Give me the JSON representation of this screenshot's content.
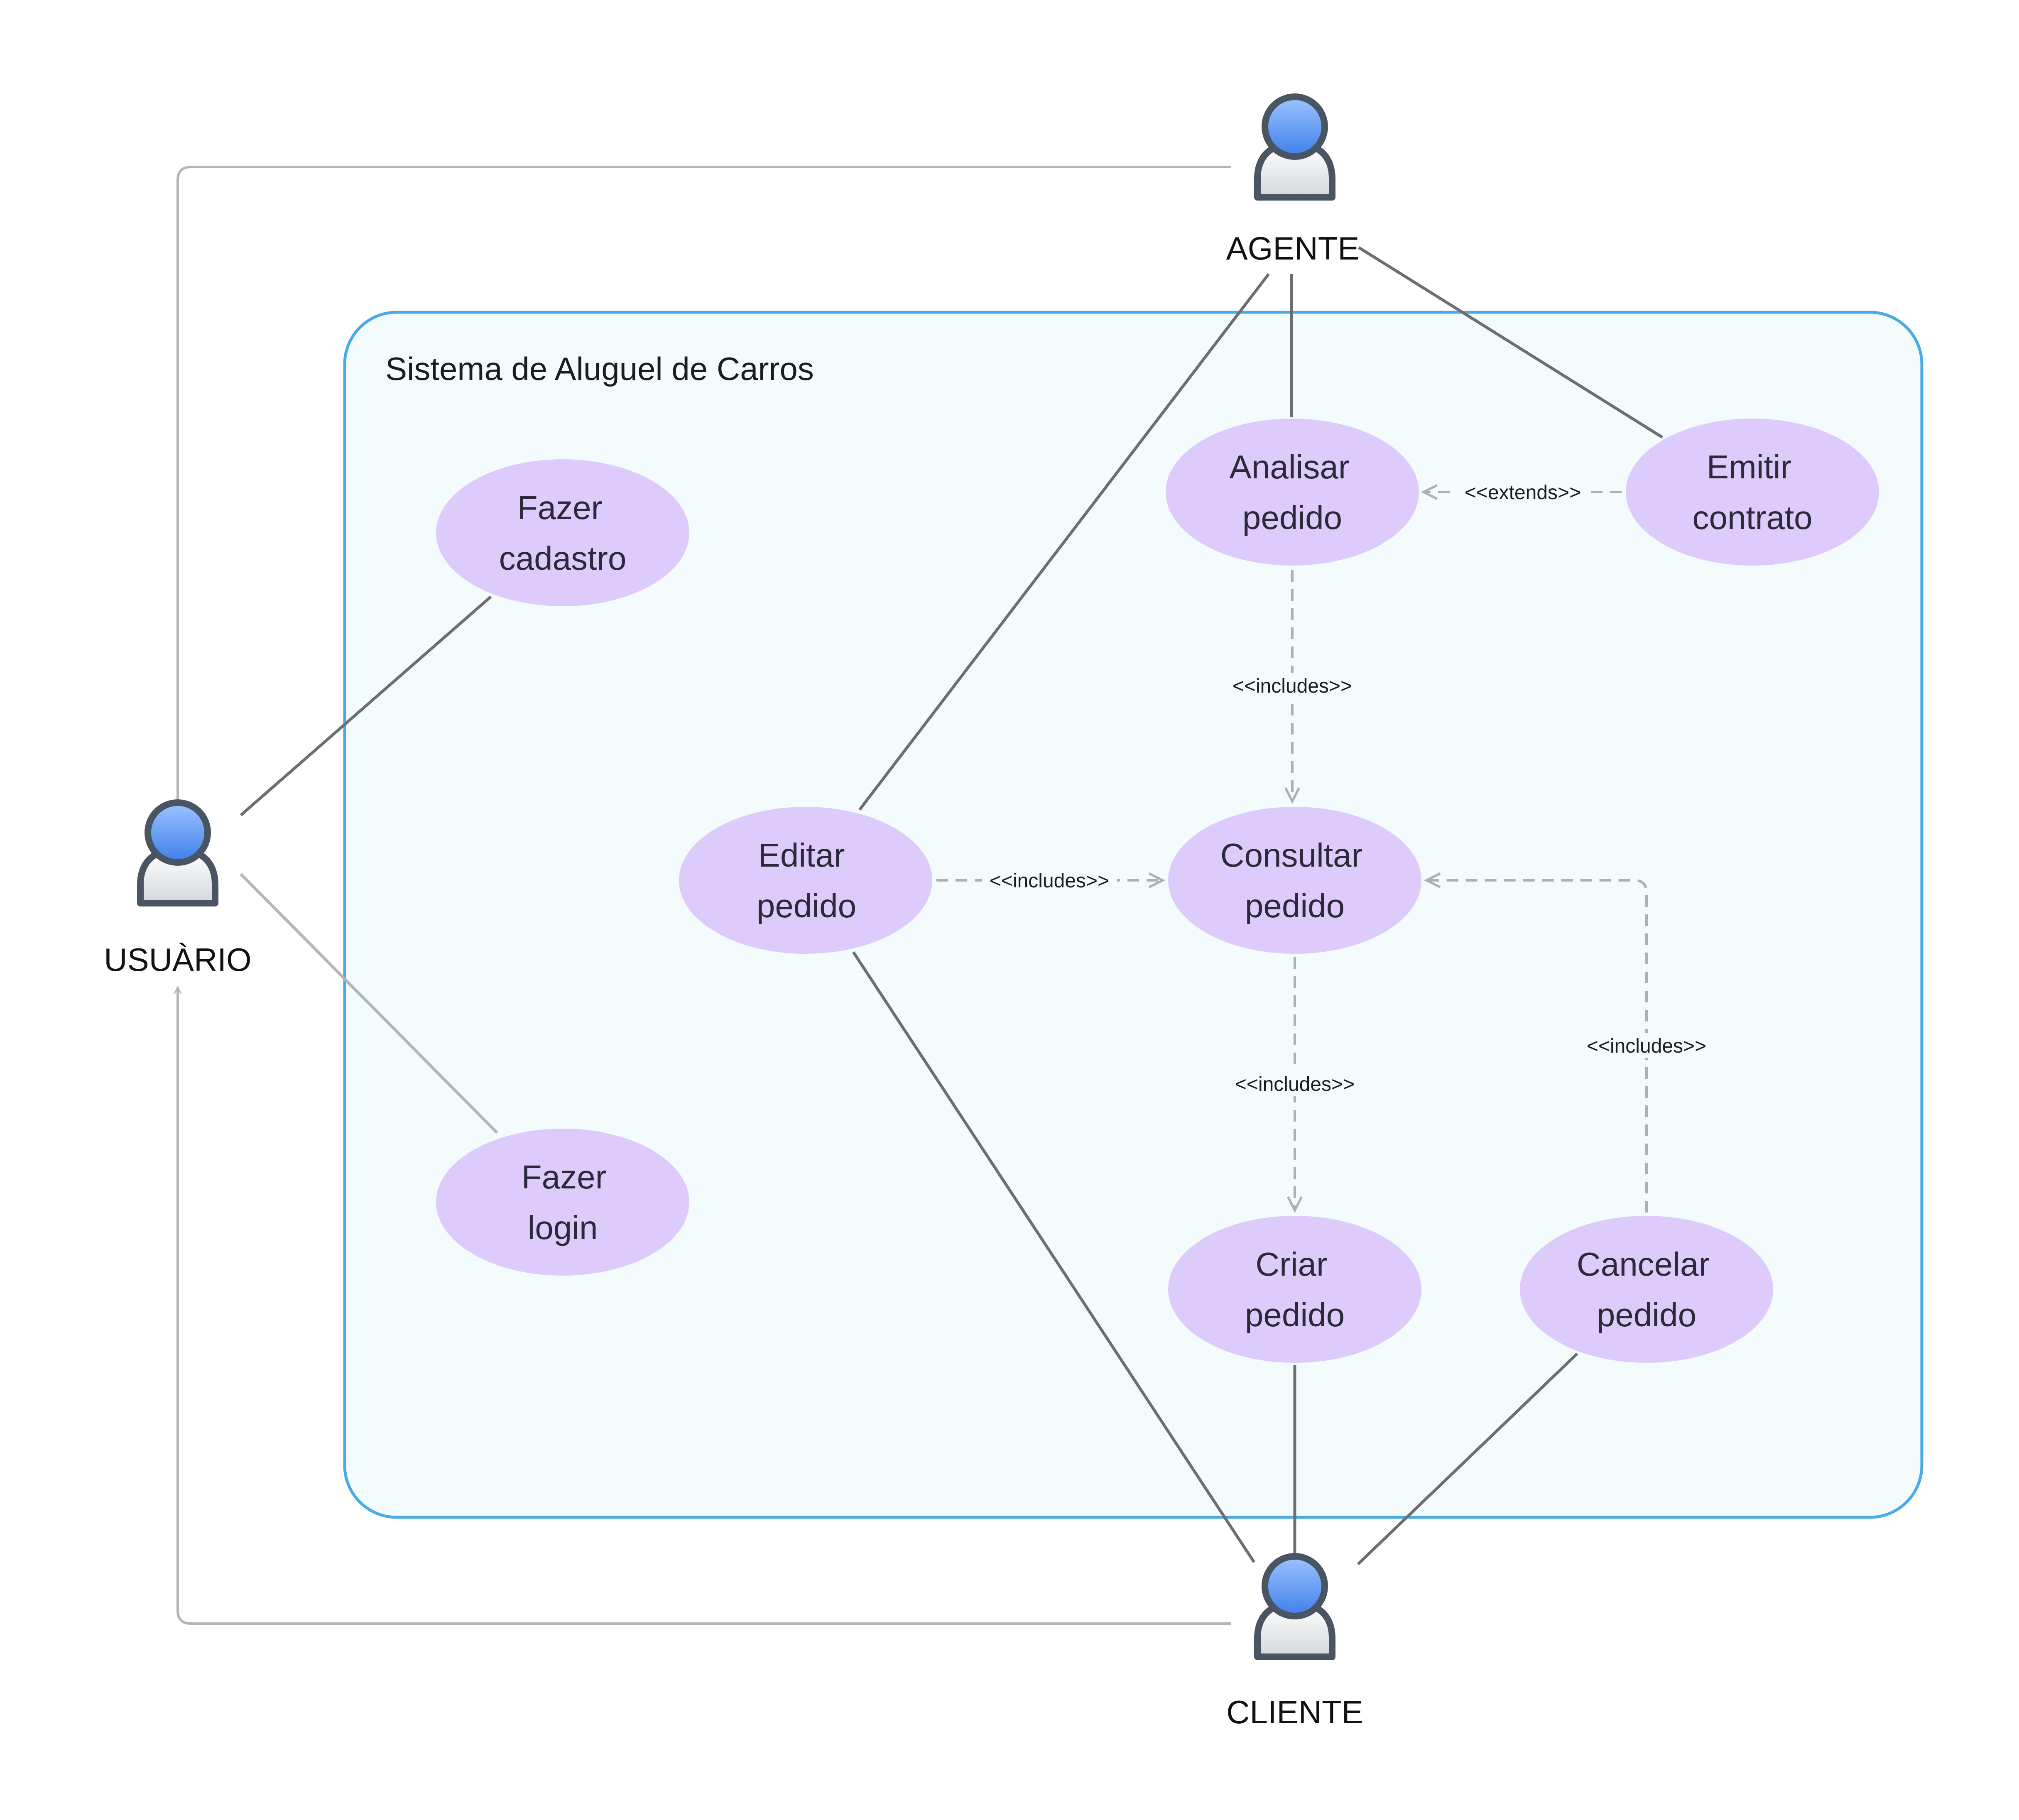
{
  "system": {
    "title": "Sistema de Aluguel de Carros",
    "fill": "#F3FBFC",
    "border": "#4AAAE8"
  },
  "actors": {
    "usuario": "USUÀRIO",
    "agente": "AGENTE",
    "cliente": "CLIENTE"
  },
  "use_cases": {
    "fazer_cadastro": [
      "Fazer",
      "cadastro"
    ],
    "fazer_login": [
      "Fazer",
      "login"
    ],
    "editar_pedido": [
      "Editar",
      "pedido"
    ],
    "analisar_pedido": [
      "Analisar",
      "pedido"
    ],
    "emitir_contrato": [
      "Emitir",
      "contrato"
    ],
    "consultar_pedido": [
      "Consultar",
      "pedido"
    ],
    "criar_pedido": [
      "Criar",
      "pedido"
    ],
    "cancelar_pedido": [
      "Cancelar",
      "pedido"
    ]
  },
  "relations": {
    "extends": "<<extends>>",
    "includes_analisar_consultar": "<<includes>>",
    "includes_editar_consultar": "<<includes>>",
    "includes_consultar_criar": "<<includes>>",
    "includes_cancelar_consultar": "<<includes>>"
  },
  "colors": {
    "usecase_fill": "#DCCBFB",
    "association_line": "#6E6E6E",
    "generalization_line": "#B5B5B5",
    "dependency_line": "#AFAFAF",
    "actor_head": "#5A97F5",
    "actor_outline": "#4A5563"
  },
  "icons": {
    "actor": "user-icon"
  }
}
